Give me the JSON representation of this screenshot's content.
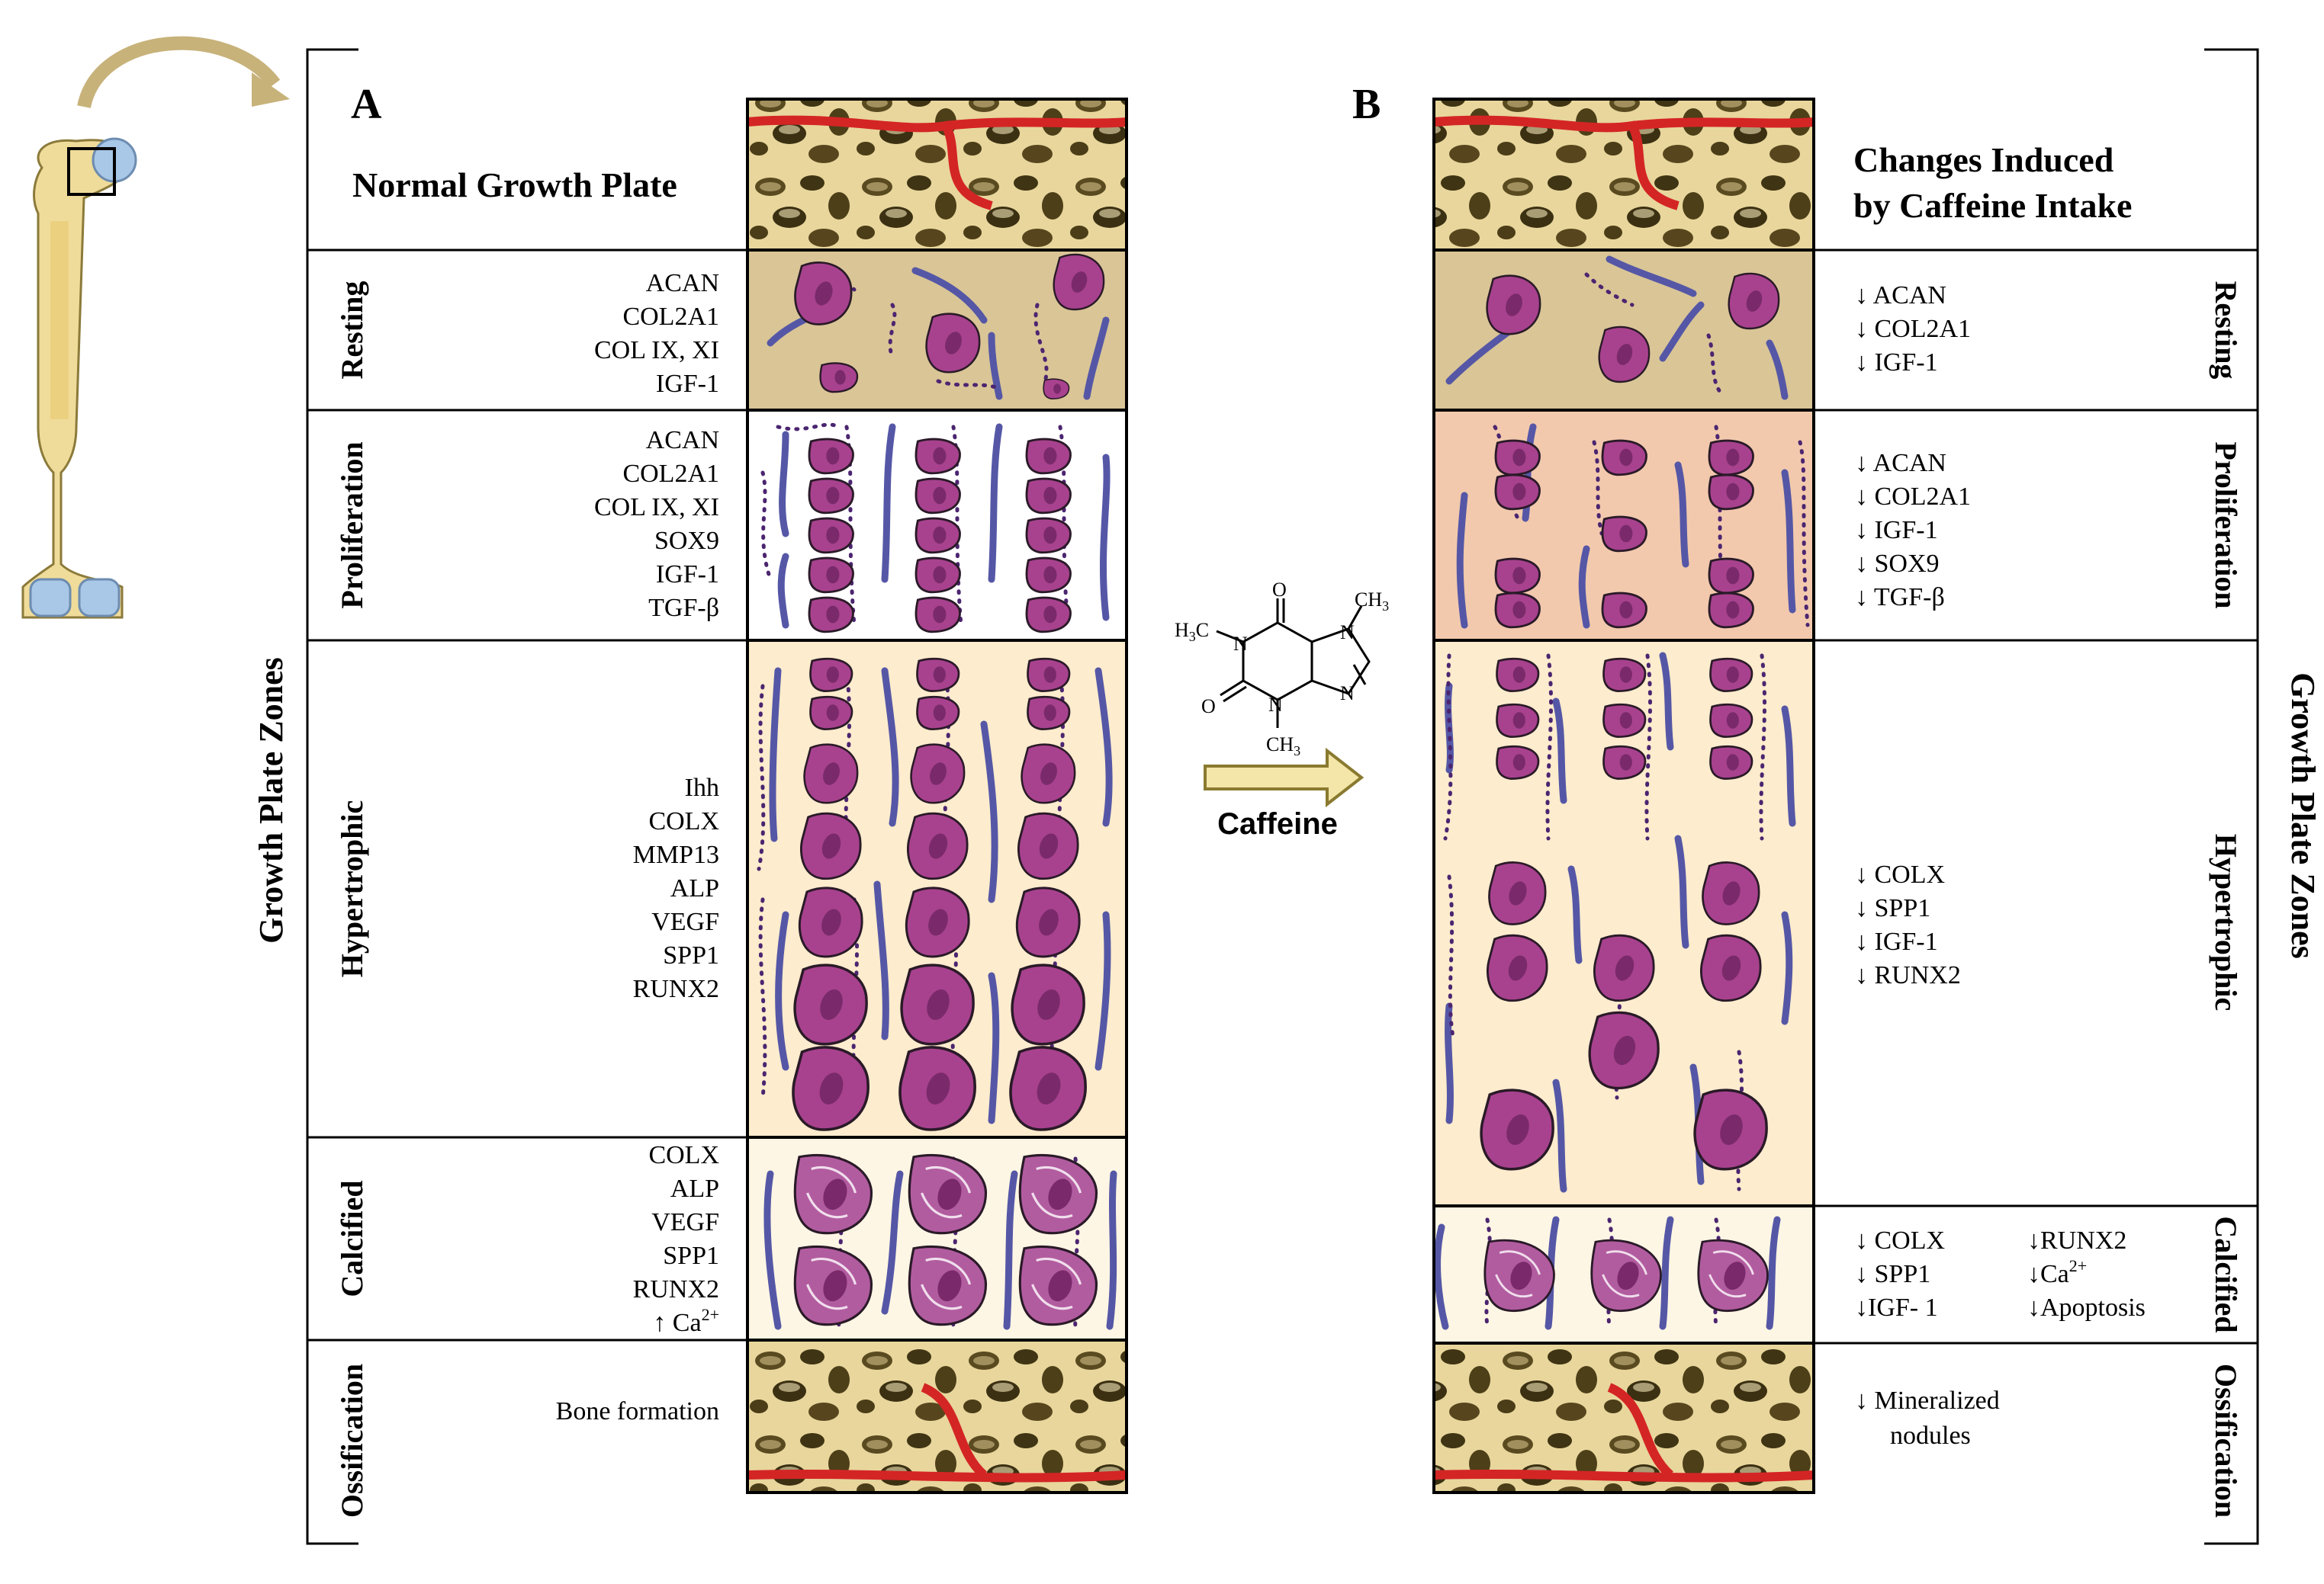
{
  "panel_a": {
    "letter": "A",
    "title": "Normal Growth Plate",
    "side_label": "Growth Plate Zones",
    "zones": [
      {
        "name": "Resting",
        "markers": [
          "ACAN",
          "COL2A1",
          "COL IX, XI",
          "IGF-1"
        ]
      },
      {
        "name": "Proliferation",
        "markers": [
          "ACAN",
          "COL2A1",
          "COL IX, XI",
          "SOX9",
          "IGF-1",
          "TGF-β"
        ]
      },
      {
        "name": "Hypertrophic",
        "markers": [
          "Ihh",
          "COLX",
          "MMP13",
          "ALP",
          "VEGF",
          "SPP1",
          "RUNX2"
        ]
      },
      {
        "name": "Calcified",
        "markers": [
          "COLX",
          "ALP",
          "VEGF",
          "SPP1",
          "RUNX2",
          "↑ Ca"
        ],
        "ca_sup": "2+"
      },
      {
        "name": "Ossification",
        "markers": [
          "Bone formation"
        ]
      }
    ]
  },
  "panel_b": {
    "letter": "B",
    "title_line1": "Changes Induced",
    "title_line2": "by Caffeine Intake",
    "side_label": "Growth Plate Zones",
    "zones": [
      {
        "name": "Resting",
        "changes": [
          "↓ ACAN",
          "↓ COL2A1",
          "↓ IGF-1"
        ]
      },
      {
        "name": "Proliferation",
        "changes": [
          "↓ ACAN",
          "↓ COL2A1",
          "↓ IGF-1",
          "↓ SOX9",
          "↓ TGF-β"
        ]
      },
      {
        "name": "Hypertrophic",
        "changes": [
          "↓ COLX",
          "↓ SPP1",
          "↓ IGF-1",
          "↓ RUNX2"
        ]
      },
      {
        "name": "Calcified",
        "changes_left": [
          "↓ COLX",
          "↓ SPP1",
          "↓IGF- 1"
        ],
        "changes_right": [
          "↓RUNX2",
          "↓Ca",
          "↓Apoptosis"
        ],
        "ca_sup": "2+"
      },
      {
        "name": "Ossification",
        "changes": [
          "↓ Mineralized",
          "nodules"
        ]
      }
    ]
  },
  "caffeine": {
    "label": "Caffeine",
    "atoms": {
      "o_top": "O",
      "o_left": "O",
      "n1": "N",
      "n3": "N",
      "n7": "N",
      "n9": "N",
      "ch3_left": "H3C",
      "ch3_top": "CH3",
      "ch3_bottom": "CH3"
    }
  },
  "colors": {
    "cell": "#a8428e",
    "cell_nucleus": "#7a2a6a",
    "fiber": "#5557a6",
    "resting_bg": "#d9c596",
    "proliferation_a_bg": "#ffffff",
    "proliferation_b_bg": "#f2c9ad",
    "hypertrophic_bg": "#fdeccd",
    "calcified_bg": "#fef6e4",
    "bone": "#e9d9a0",
    "vessel": "#d42525",
    "bone_shaft": "#f0dc9a",
    "cartilage": "#a9c7e6"
  }
}
